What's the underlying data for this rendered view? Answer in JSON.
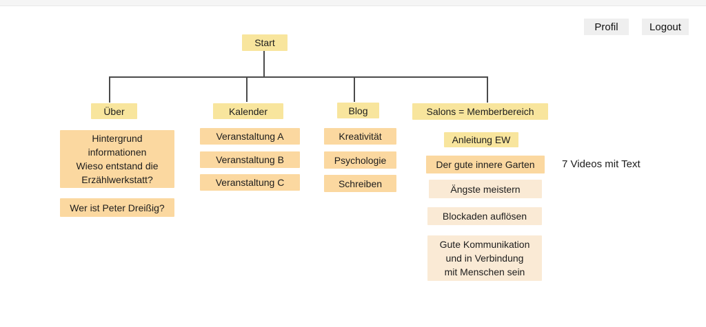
{
  "header": {
    "profil_label": "Profil",
    "logout_label": "Logout"
  },
  "palette": {
    "sticky_yellow": "#F8E59D",
    "sticky_orange": "#FBD8A0",
    "sticky_cream": "#FAEAD5",
    "connector": "#4A4A4A",
    "button_bg": "#EFEFEF",
    "topbar_bg": "#F5F5F5"
  },
  "tree": {
    "root": {
      "label": "Start"
    },
    "branches": [
      {
        "label": "Über",
        "children": [
          {
            "label": "Hintergrund\ninformationen\nWieso entstand die\nErzählwerkstatt?"
          },
          {
            "label": "Wer ist Peter Dreißig?"
          }
        ]
      },
      {
        "label": "Kalender",
        "children": [
          {
            "label": "Veranstaltung A"
          },
          {
            "label": "Veranstaltung B"
          },
          {
            "label": "Veranstaltung C"
          }
        ]
      },
      {
        "label": "Blog",
        "children": [
          {
            "label": "Kreativität"
          },
          {
            "label": "Psychologie"
          },
          {
            "label": "Schreiben"
          }
        ]
      },
      {
        "label": "Salons = Memberbereich",
        "children": [
          {
            "label": "Anleitung EW"
          },
          {
            "label": "Der gute innere Garten"
          },
          {
            "label": "Ängste meistern"
          },
          {
            "label": "Blockaden auflösen"
          },
          {
            "label": "Gute Kommunikation\nund in Verbindung\nmit Menschen sein"
          }
        ]
      }
    ],
    "annotation": "7 Videos mit Text"
  }
}
